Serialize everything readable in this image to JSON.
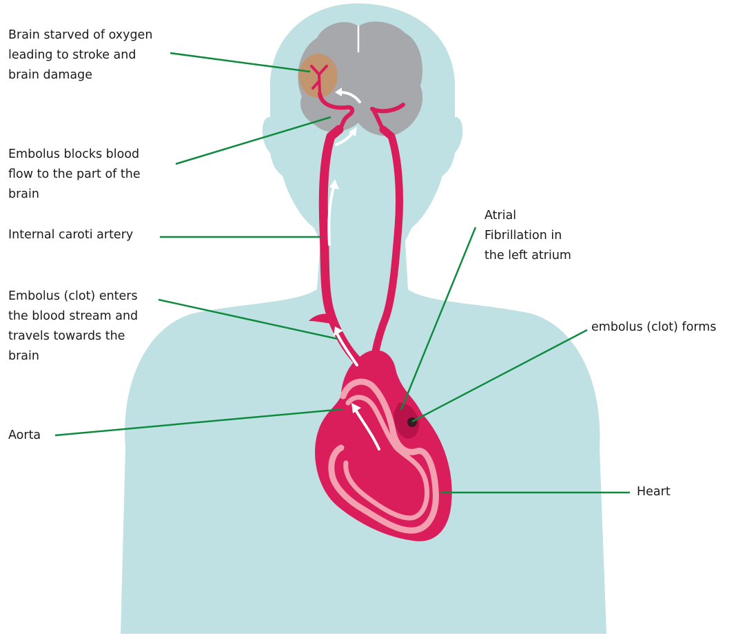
{
  "colors": {
    "body": "#bfe1e3",
    "brain": "#a6a8ab",
    "artery": "#d81d5a",
    "heart": "#da1e5b",
    "heart_inner": "#f3a1b1",
    "ischemia": "#c2956e",
    "leader": "#0e8a3e",
    "arrow": "#ffffff"
  },
  "labels": {
    "brain_starved": [
      "Brain starved of oxygen",
      "leading to stroke and",
      "brain damage"
    ],
    "embolus_blocks": [
      "Embolus blocks blood",
      "flow to the part of the",
      "brain"
    ],
    "internal_carotid": [
      "Internal caroti artery"
    ],
    "embolus_enters": [
      "Embolus (clot) enters",
      "the blood stream and",
      "travels towards the",
      "brain"
    ],
    "aorta": [
      "Aorta"
    ],
    "atrial_fib": [
      "Atrial",
      "Fibrillation in",
      "the left atrium"
    ],
    "embolus_forms": [
      "embolus (clot) forms"
    ],
    "heart": [
      "Heart"
    ]
  }
}
